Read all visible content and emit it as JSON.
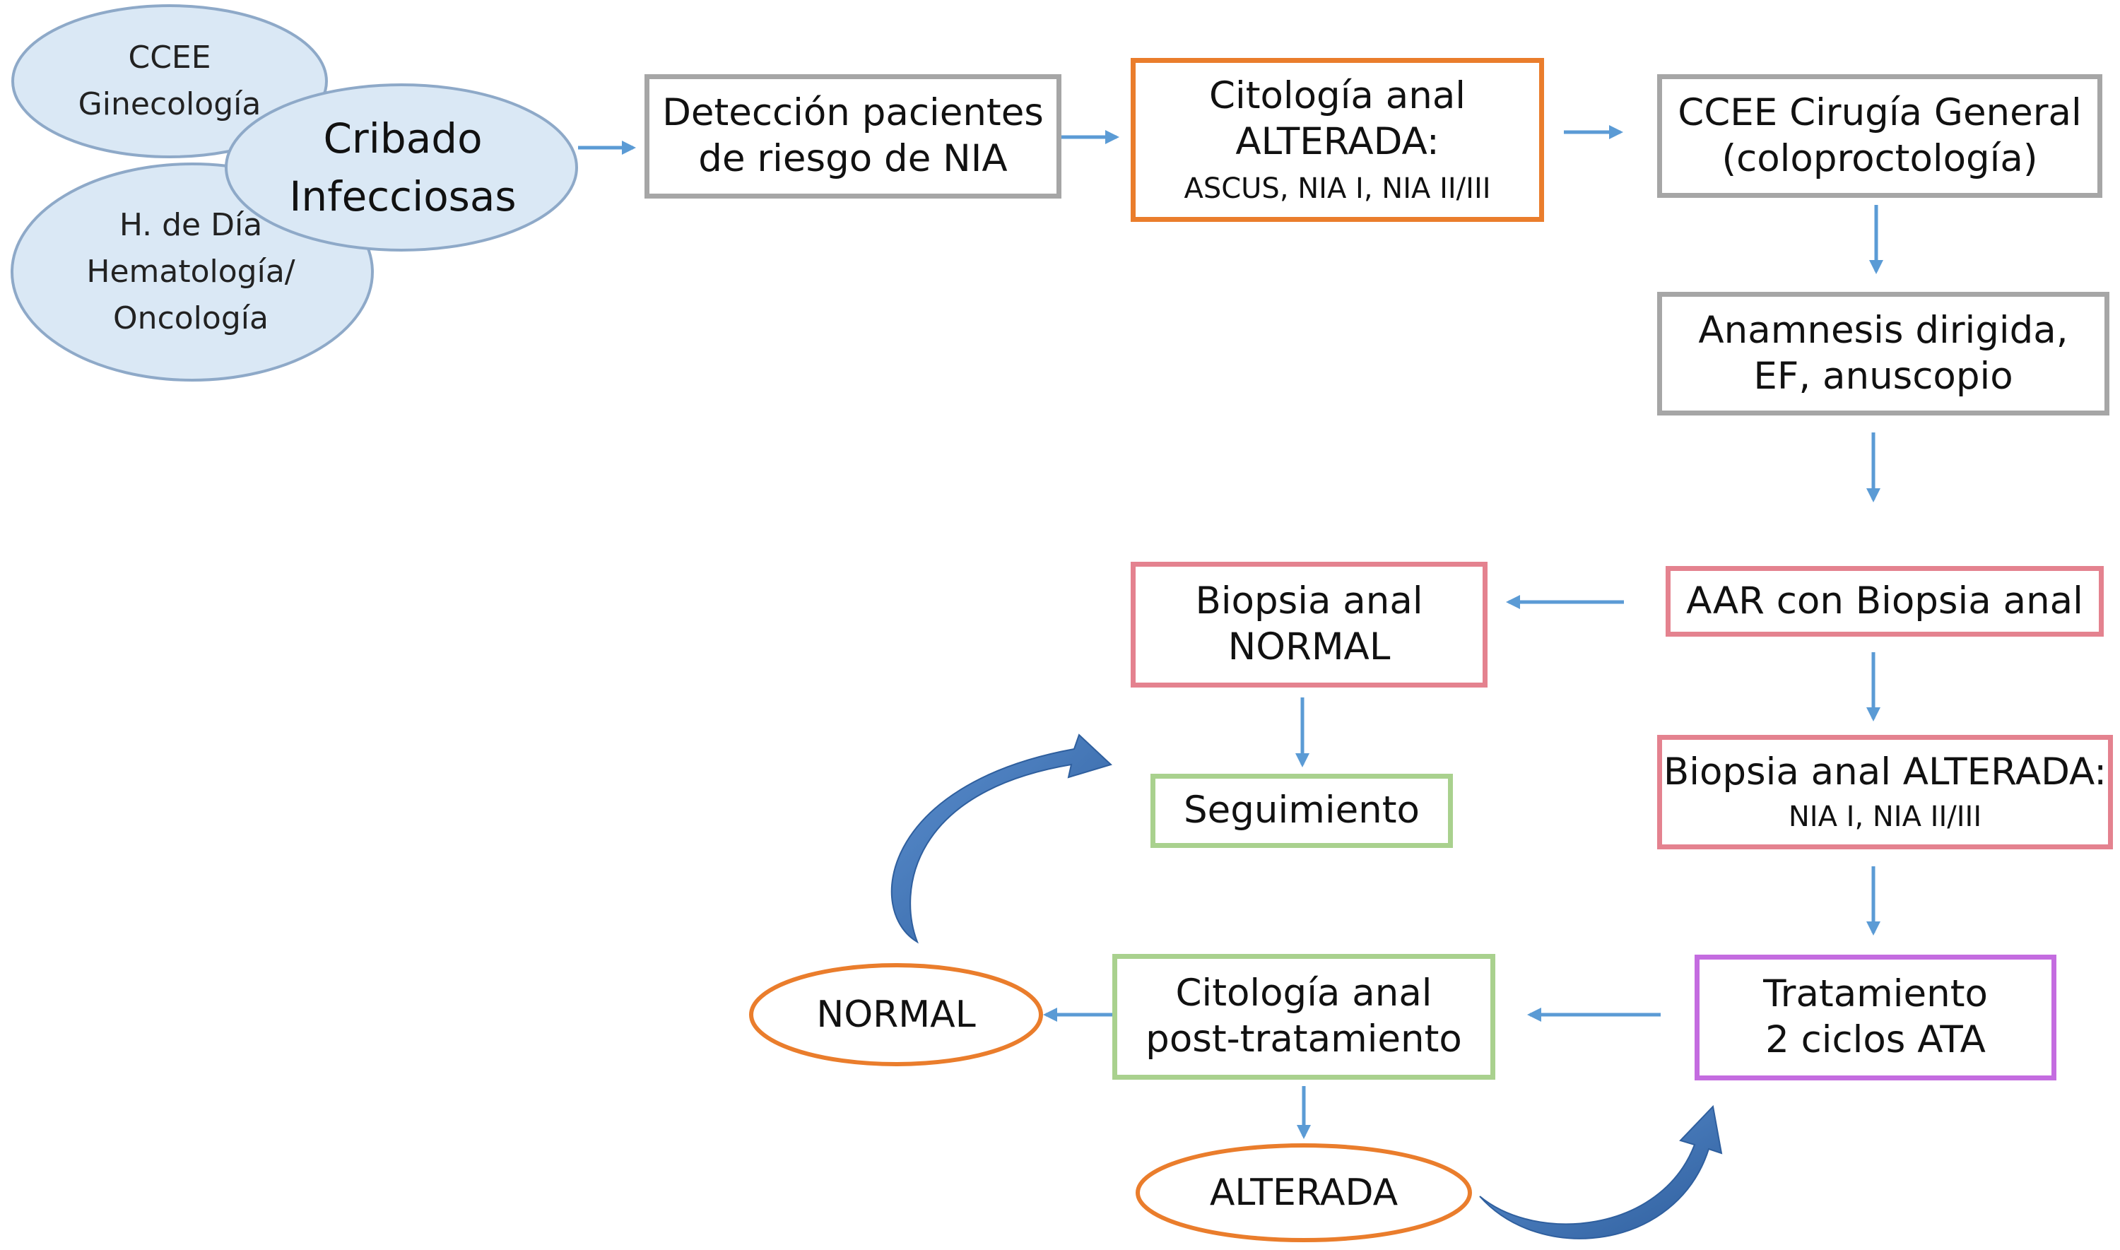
{
  "sources": {
    "ginecologia": [
      "CCEE",
      "Ginecología"
    ],
    "hematologia": [
      "H. de Día",
      "Hematología/",
      "Oncología"
    ],
    "infecciosas": [
      "Cribado",
      "Infecciosas"
    ]
  },
  "boxes": {
    "deteccion": [
      "Detección pacientes",
      "de riesgo de NIA"
    ],
    "citologia_alterada": {
      "lines": [
        "Citología anal",
        "ALTERADA:"
      ],
      "detail": "ASCUS, NIA I, NIA II/III"
    },
    "ccee_cirugia": [
      "CCEE Cirugía General",
      "(coloproctología)"
    ],
    "anamnesis": [
      "Anamnesis dirigida,",
      "EF, anuscopio"
    ],
    "aar_biopsia": [
      "AAR con Biopsia anal"
    ],
    "biopsia_alterada": {
      "lines": [
        "Biopsia anal ALTERADA:"
      ],
      "detail": "NIA I, NIA II/III"
    },
    "biopsia_normal": [
      "Biopsia anal",
      "NORMAL"
    ],
    "seguimiento": [
      "Seguimiento"
    ],
    "tratamiento": [
      "Tratamiento",
      "2 ciclos ATA"
    ],
    "citologia_post": [
      "Citología anal",
      "post-tratamiento"
    ]
  },
  "outcomes": {
    "normal": "NORMAL",
    "alterada": "ALTERADA"
  },
  "colors": {
    "ellipse_fill": "#dae8f5",
    "ellipse_stroke": "#8ea9c8",
    "arrow": "#5b9bd5",
    "curved_arrow": "#3f6fae",
    "gray": "#a6a6a6",
    "orange": "#ea7d2c",
    "pink": "#e4828f",
    "green": "#a9d18e",
    "violet": "#c46ce0"
  }
}
